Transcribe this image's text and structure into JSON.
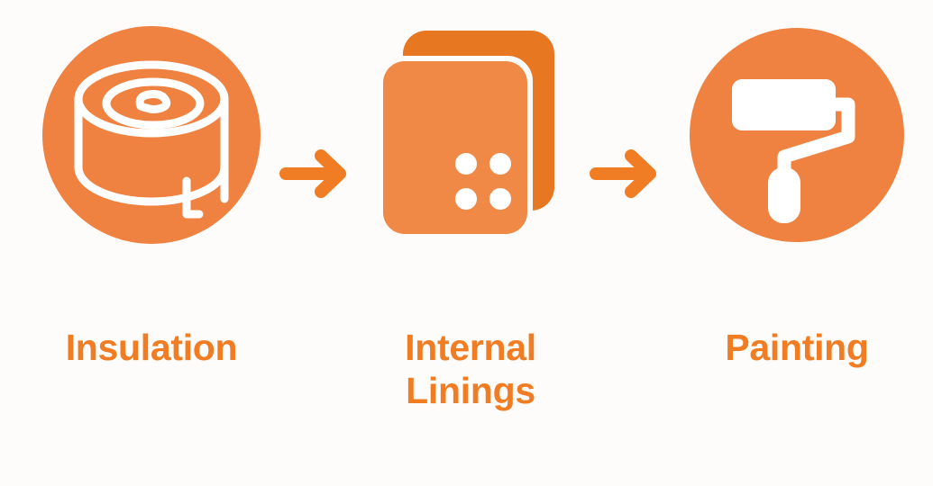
{
  "meta": {
    "title": "Construction Process Steps",
    "background_color": "#fdfcfa"
  },
  "colors": {
    "circle_fill": "#ef8241",
    "panel_front": "#f08846",
    "panel_back": "#e87722",
    "arrow": "#f07d24",
    "label_text": "#f07d24",
    "icon_line": "#ffffff"
  },
  "steps": [
    {
      "index": 1,
      "label": "Insulation",
      "icon_name": "insulation-roll-icon",
      "icon_style": "circle-badge"
    },
    {
      "index": 2,
      "label": "Internal\nLinings",
      "icon_name": "plasterboard-sheets-icon",
      "icon_style": "stacked-panels"
    },
    {
      "index": 3,
      "label": "Painting",
      "icon_name": "paint-roller-icon",
      "icon_style": "circle-badge"
    }
  ],
  "connectors": [
    {
      "index": 1,
      "icon_name": "arrow-right-icon",
      "from": "Insulation",
      "to": "Internal Linings"
    },
    {
      "index": 2,
      "icon_name": "arrow-right-icon",
      "from": "Internal Linings",
      "to": "Painting"
    }
  ]
}
